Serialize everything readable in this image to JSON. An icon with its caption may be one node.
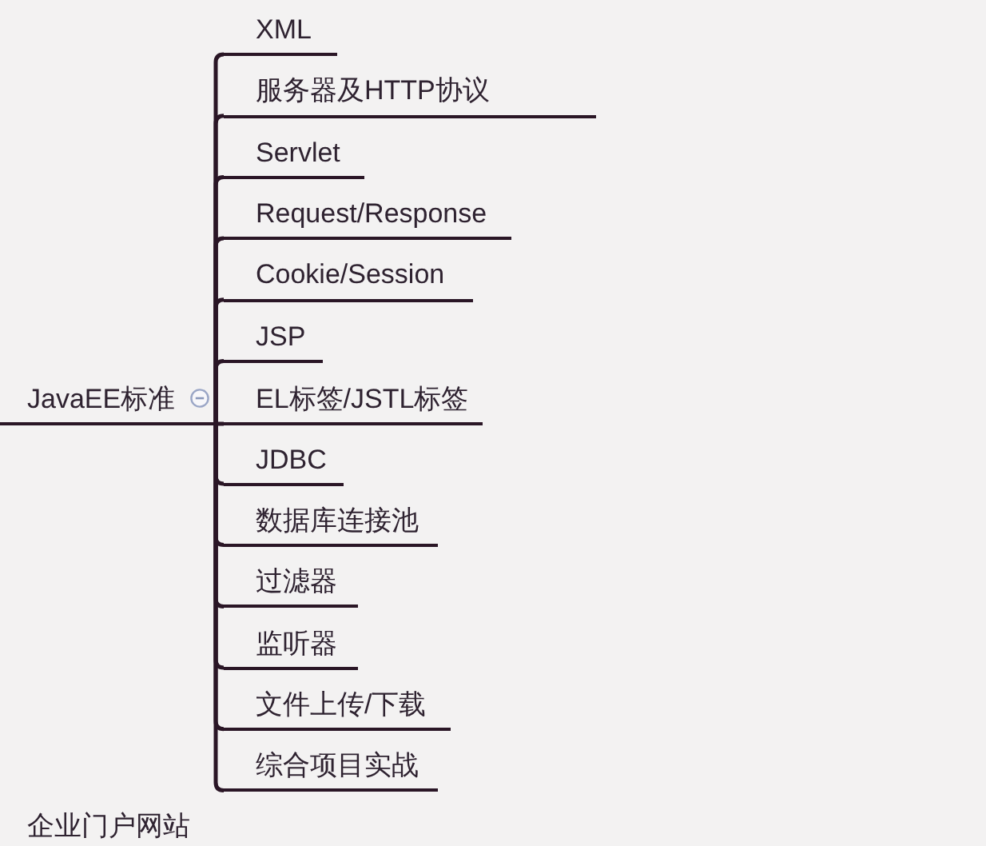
{
  "diagram": {
    "nodes": [
      {
        "text": [
          "JavaEE标准"
        ]
      },
      {
        "text": [
          "XML"
        ]
      },
      {
        "text": [
          "服务器及HTTP协议"
        ]
      },
      {
        "text": [
          "Servlet"
        ]
      },
      {
        "text": [
          "Request/Response"
        ]
      },
      {
        "text": [
          "Cookie/Session"
        ]
      },
      {
        "text": [
          "JSP"
        ]
      },
      {
        "text": [
          "EL标签/JSTL标签"
        ]
      },
      {
        "text": [
          "JDBC"
        ]
      },
      {
        "text": [
          "数据库连接池"
        ]
      },
      {
        "text": [
          "过滤器"
        ]
      },
      {
        "text": [
          "监听器"
        ]
      },
      {
        "text": [
          "文件上传/下载"
        ]
      },
      {
        "text": [
          "综合项目实战"
        ]
      }
    ],
    "edges": [
      {
        "from": 0,
        "to": 1,
        "arrow": "none"
      },
      {
        "from": 0,
        "to": 2,
        "arrow": "none"
      },
      {
        "from": 0,
        "to": 3,
        "arrow": "none"
      },
      {
        "from": 0,
        "to": 4,
        "arrow": "none"
      },
      {
        "from": 0,
        "to": 5,
        "arrow": "none"
      },
      {
        "from": 0,
        "to": 6,
        "arrow": "none"
      },
      {
        "from": 0,
        "to": 7,
        "arrow": "none"
      },
      {
        "from": 0,
        "to": 8,
        "arrow": "none"
      },
      {
        "from": 0,
        "to": 9,
        "arrow": "none"
      },
      {
        "from": 0,
        "to": 10,
        "arrow": "none"
      },
      {
        "from": 0,
        "to": 11,
        "arrow": "none"
      },
      {
        "from": 0,
        "to": 12,
        "arrow": "none"
      },
      {
        "from": 0,
        "to": 13,
        "arrow": "none"
      }
    ],
    "labels": [
      "企业门户网站"
    ]
  }
}
